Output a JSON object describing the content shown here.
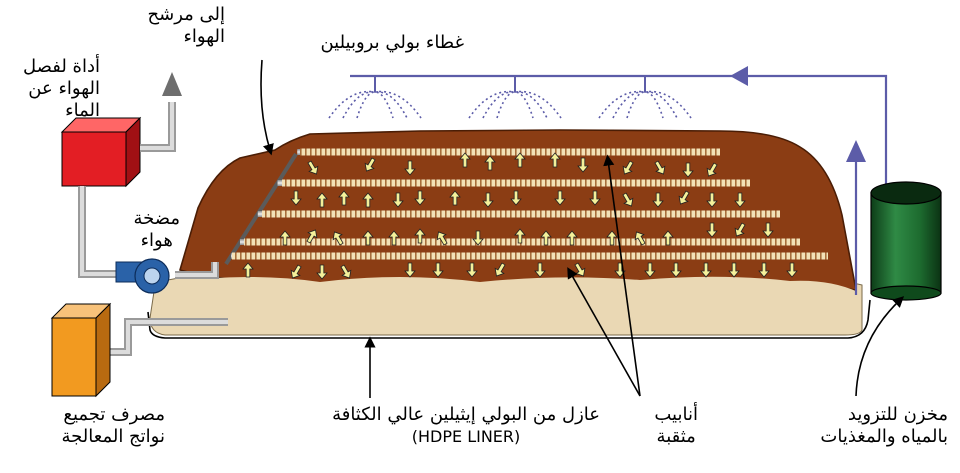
{
  "labels": {
    "air_filter": [
      "إلى مرشح",
      "الهواء"
    ],
    "separator": [
      "أداة لفصل",
      "الهواء عن",
      "الماء"
    ],
    "blower": [
      "مضخة",
      "هواء"
    ],
    "cover": "غطاء بولي بروبيلين",
    "drain": [
      "مصرف تجميع",
      "نواتج المعالجة"
    ],
    "liner": [
      "عازل من البولي إيثيلين عالي الكثافة",
      "(HDPE LINER)"
    ],
    "pipes": [
      "أنابيب",
      "مثقبة"
    ],
    "tank": [
      "مخزن للتزويد",
      "بالمياه والمغذيات"
    ]
  },
  "colors": {
    "heap": "#8b3d14",
    "heap_edge": "#4a1d05",
    "sand": "#ead8b4",
    "pipe": "#f2e1b7",
    "pipe_stripe": "#a66d3b",
    "arrow_fill": "#f4f09a",
    "separator_box": "#e31e24",
    "drain_box": "#f29a20",
    "tank": "#1d6b2f",
    "blower": "#2a62a8",
    "sprinkler_line": "#5c5ca8",
    "gray_pipe": "#b8b8b8"
  }
}
